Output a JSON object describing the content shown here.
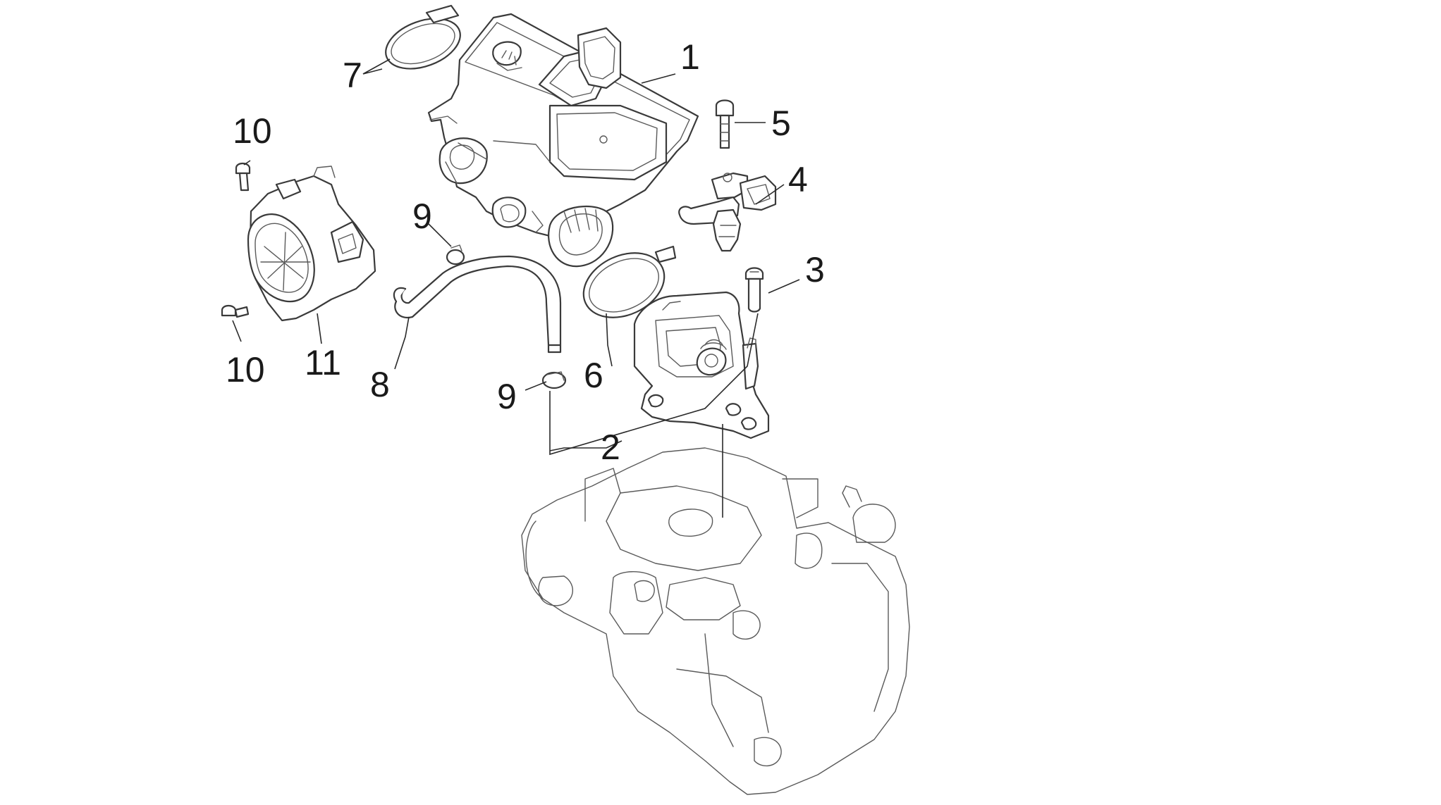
{
  "callouts": [
    "1",
    "2",
    "3",
    "4",
    "5",
    "6",
    "7",
    "8",
    "9",
    "9",
    "10",
    "10",
    "11"
  ],
  "colors": {
    "line": "#3a3a3a",
    "background": "#ffffff",
    "text": "#1a1a1a"
  }
}
